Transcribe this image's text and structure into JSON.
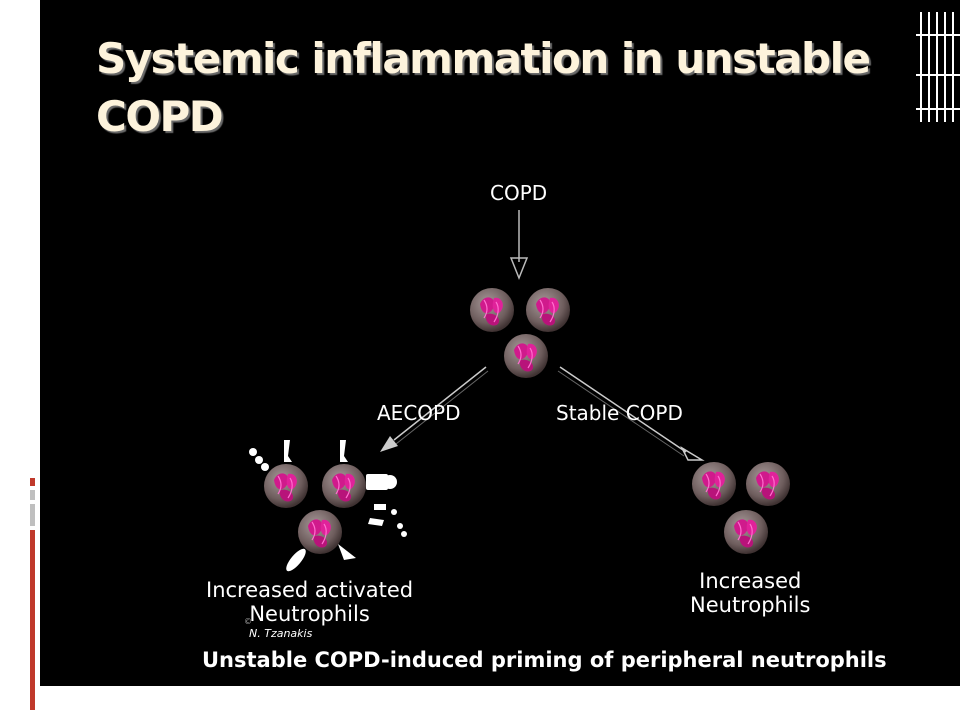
{
  "slide": {
    "title": "Systemic inflammation in unstable COPD",
    "top_label": "COPD",
    "branch_left_label": "AECOPD",
    "branch_right_label": "Stable COPD",
    "left_result": [
      "Increased activated",
      "Neutrophils"
    ],
    "right_result": [
      "Increased",
      "Neutrophils"
    ],
    "copyright_mark": "©",
    "author": "N. Tzanakis",
    "caption": "Unstable COPD-induced priming of peripheral neutrophils"
  },
  "icons": {
    "cell": "neutrophil-cell-icon",
    "arrow": "arrow-down-icon"
  },
  "colors": {
    "background": "#000000",
    "title": "#fdf3dc",
    "text": "#ffffff",
    "cell_body": "#7a6a6a",
    "nucleus": "#d01a8c",
    "accent_red": "#c0392b"
  }
}
